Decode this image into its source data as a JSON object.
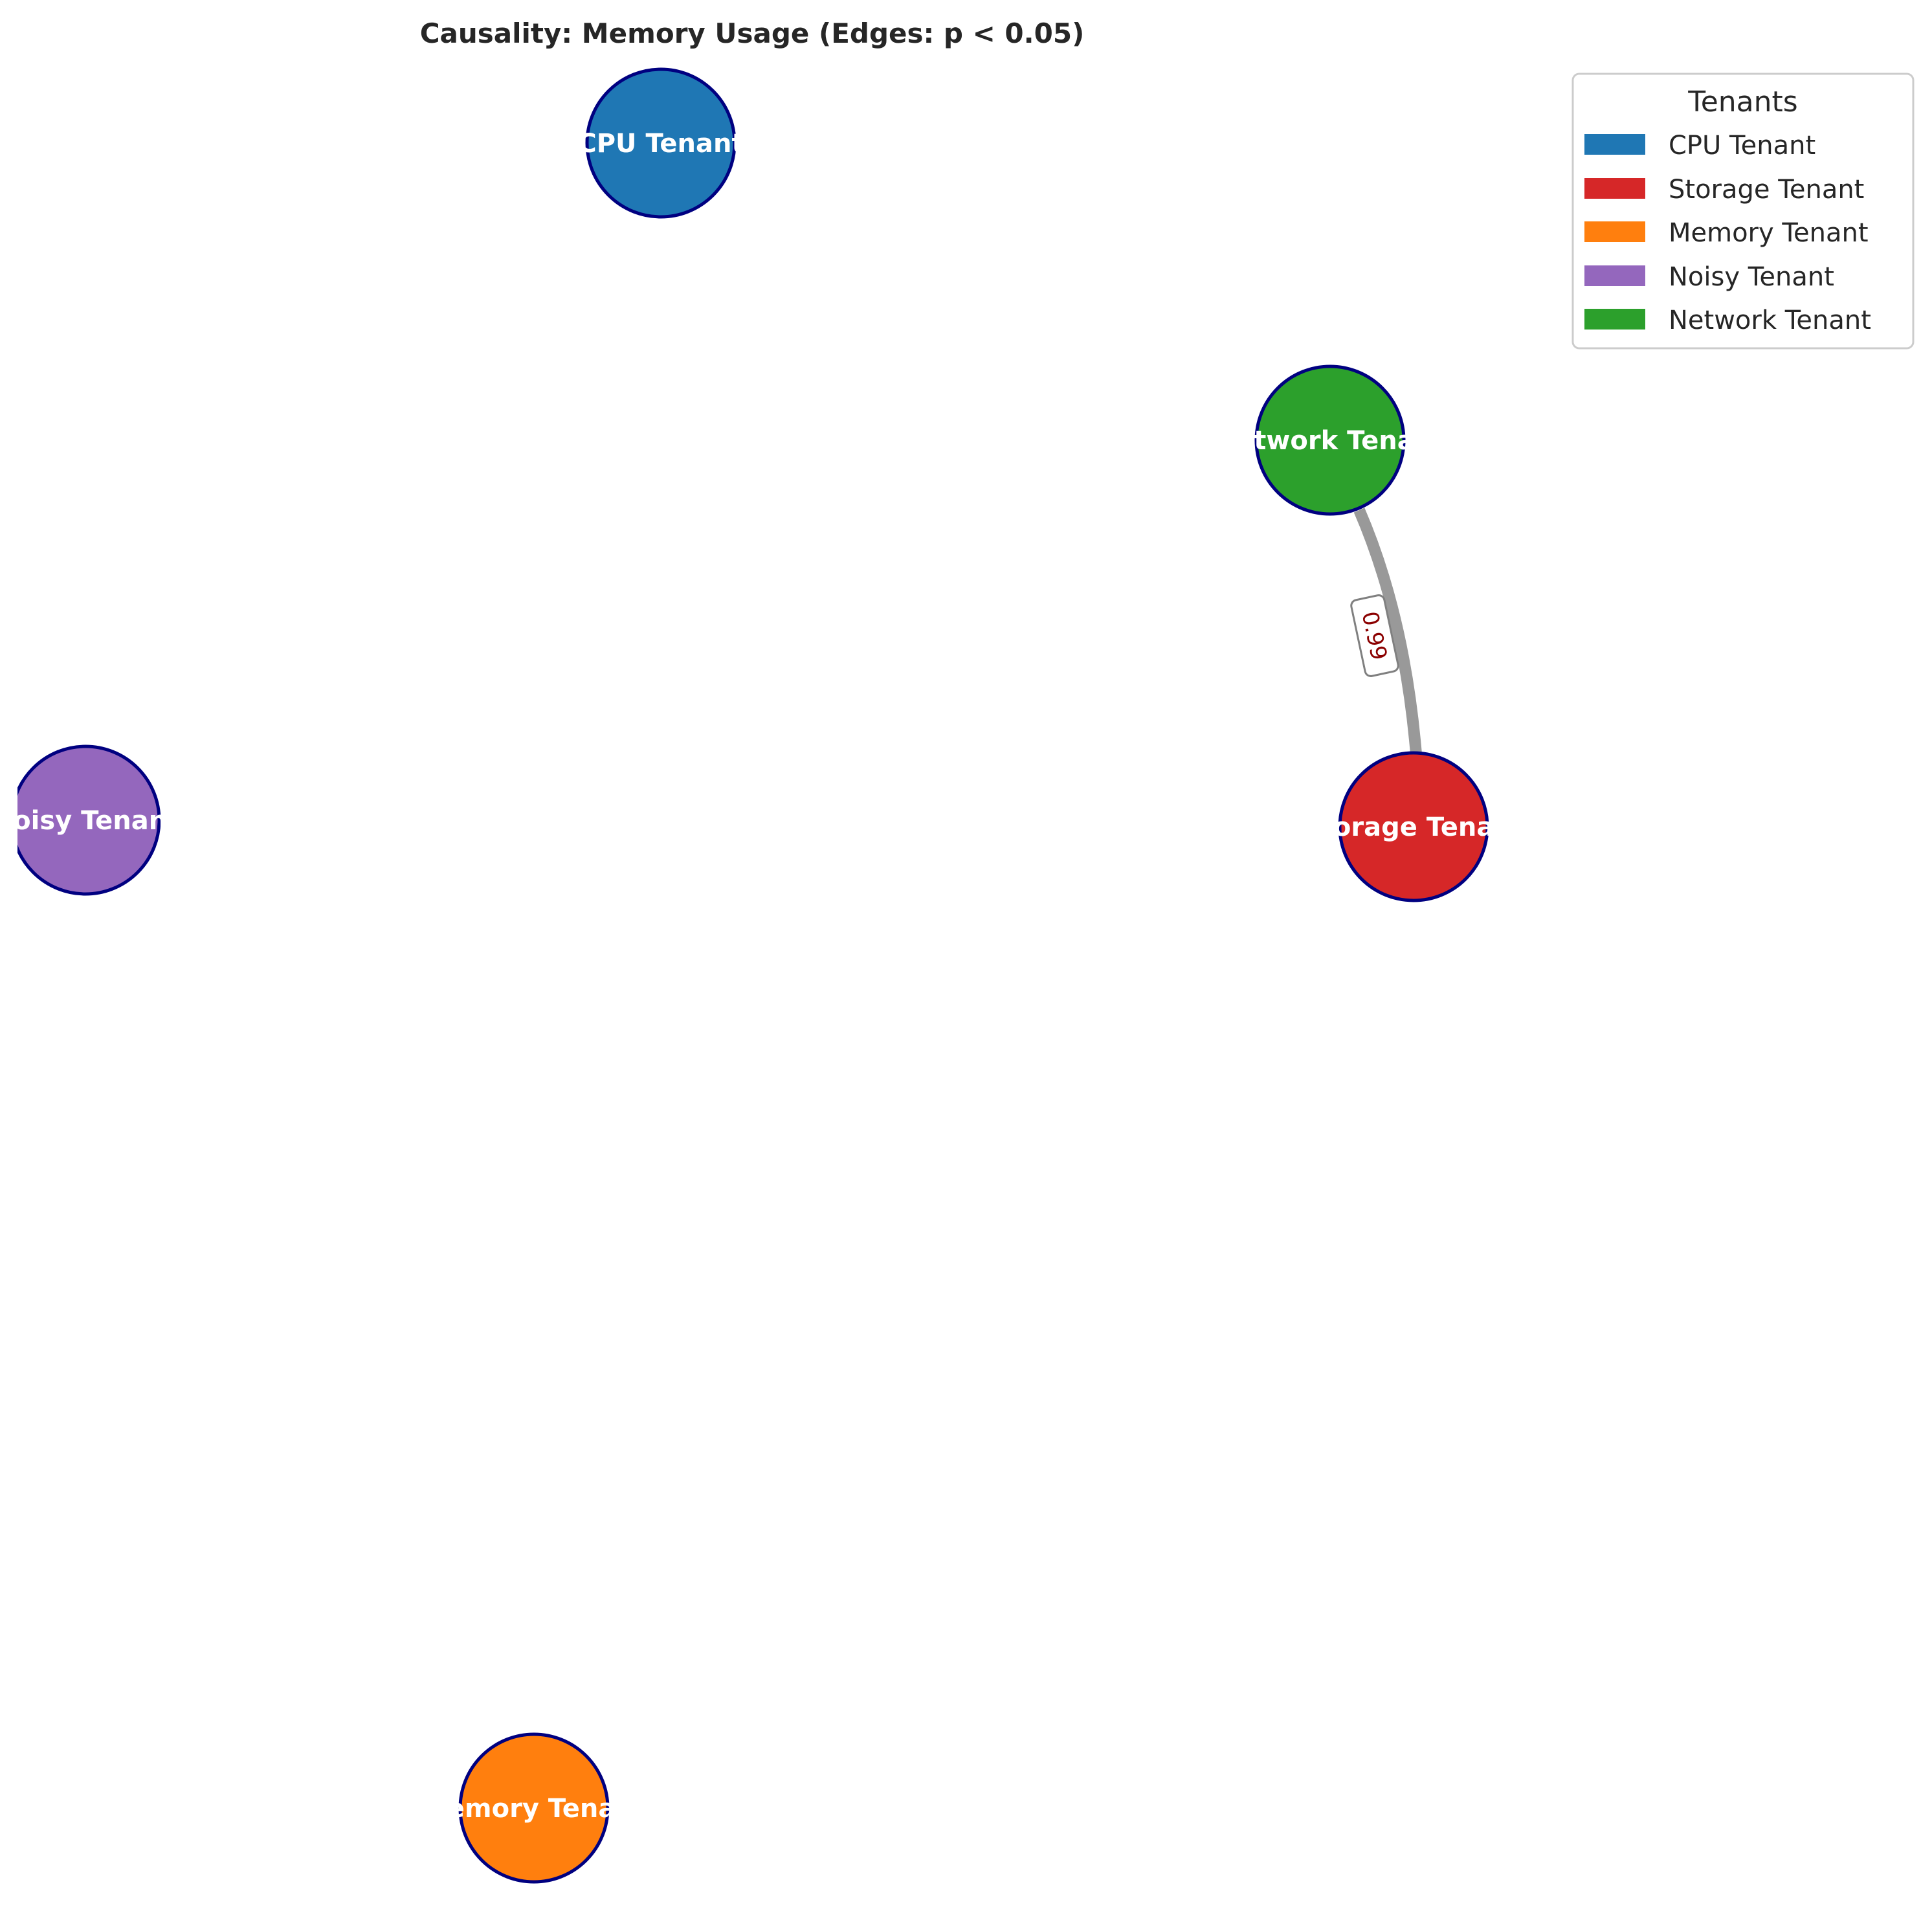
{
  "title": "Causality: Memory Usage (Edges: p < 0.05)",
  "legend": {
    "title": "Tenants",
    "items": [
      {
        "label": "CPU Tenant",
        "color": "#1f77b4"
      },
      {
        "label": "Storage Tenant",
        "color": "#d62728"
      },
      {
        "label": "Memory Tenant",
        "color": "#ff7f0e"
      },
      {
        "label": "Noisy Tenant",
        "color": "#9467bd"
      },
      {
        "label": "Network Tenant",
        "color": "#2ca02c"
      }
    ]
  },
  "nodes": [
    {
      "id": "cpu",
      "label": "CPU Tenant",
      "color": "#1f77b4"
    },
    {
      "id": "network",
      "label": "Network Tenant",
      "color": "#2ca02c"
    },
    {
      "id": "noisy",
      "label": "Noisy Tenant",
      "color": "#9467bd"
    },
    {
      "id": "storage",
      "label": "Storage Tenant",
      "color": "#d62728"
    },
    {
      "id": "memory",
      "label": "Memory Tenant",
      "color": "#ff7f0e"
    }
  ],
  "edges": [
    {
      "source": "network",
      "target": "storage",
      "label": "0.99"
    }
  ],
  "style": {
    "node_edge_color": "#000080",
    "edge_color": "#999999"
  }
}
